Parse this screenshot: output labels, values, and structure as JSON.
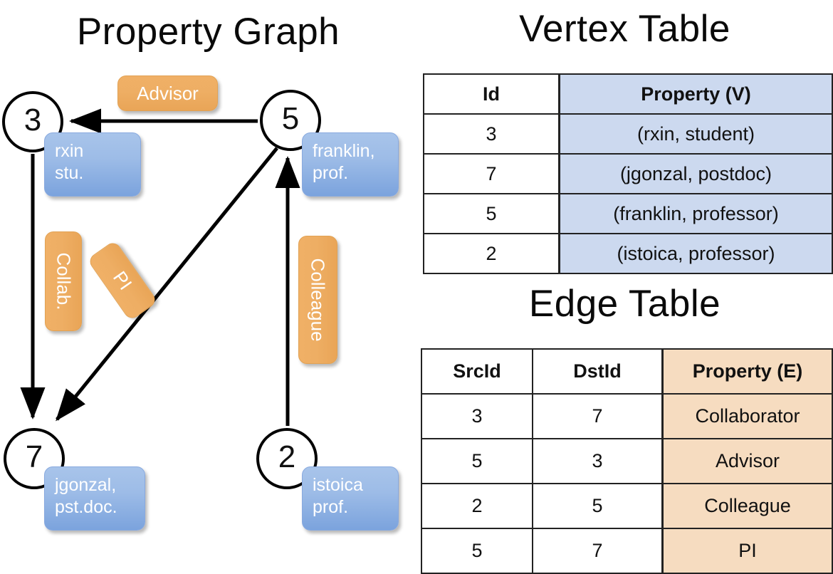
{
  "titles": {
    "graph": "Property Graph",
    "vertex_table": "Vertex Table",
    "edge_table": "Edge Table"
  },
  "colors": {
    "vertex_property_fill": "#ccd9ef",
    "edge_property_fill": "#f6dcc0",
    "node_property_box": "#9dbce7",
    "edge_label_box": "#eeae64",
    "stroke": "#000000"
  },
  "graph": {
    "nodes": [
      {
        "id": "3",
        "property_line1": "rxin",
        "property_line2": "stu."
      },
      {
        "id": "5",
        "property_line1": "franklin,",
        "property_line2": "prof."
      },
      {
        "id": "7",
        "property_line1": "jgonzal,",
        "property_line2": "pst.doc."
      },
      {
        "id": "2",
        "property_line1": "istoica",
        "property_line2": "prof."
      }
    ],
    "edge_labels": [
      {
        "name": "advisor",
        "text": "Advisor"
      },
      {
        "name": "collab",
        "text": "Collab."
      },
      {
        "name": "pi",
        "text": "PI"
      },
      {
        "name": "colleague",
        "text": "Colleague"
      }
    ]
  },
  "vertex_table": {
    "headers": [
      "Id",
      "Property (V)"
    ],
    "rows": [
      [
        "3",
        "(rxin, student)"
      ],
      [
        "7",
        "(jgonzal, postdoc)"
      ],
      [
        "5",
        "(franklin, professor)"
      ],
      [
        "2",
        "(istoica, professor)"
      ]
    ]
  },
  "edge_table": {
    "headers": [
      "SrcId",
      "DstId",
      "Property (E)"
    ],
    "rows": [
      [
        "3",
        "7",
        "Collaborator"
      ],
      [
        "5",
        "3",
        "Advisor"
      ],
      [
        "2",
        "5",
        "Colleague"
      ],
      [
        "5",
        "7",
        "PI"
      ]
    ]
  }
}
